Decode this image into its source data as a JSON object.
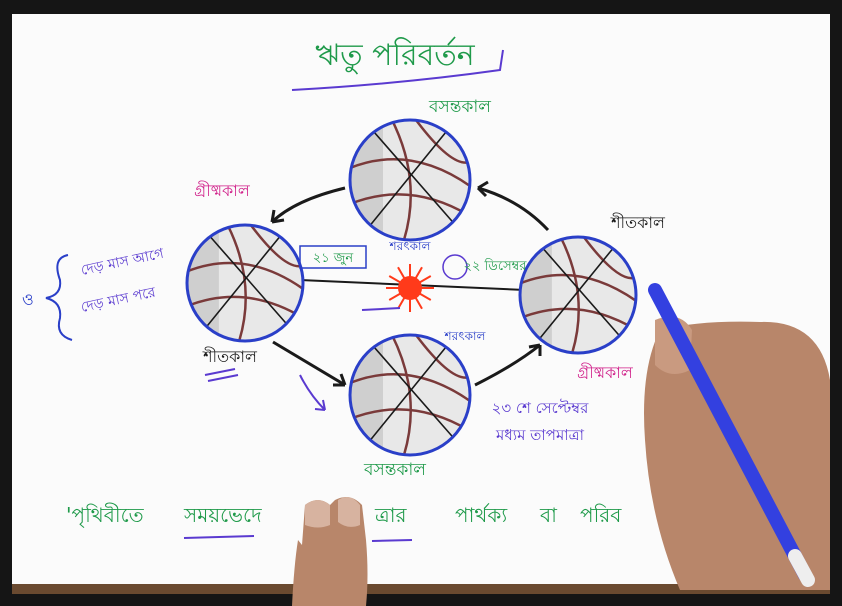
{
  "title": "ঋতু পরিবর্তন",
  "colors": {
    "green": "#1f9a4a",
    "magenta": "#d0208a",
    "blue": "#2a3fc8",
    "purple": "#5a3ad0",
    "black": "#1a1a1a",
    "brown": "#7a3a3a",
    "sun": "#ff3a1a",
    "pen": "#3340e0"
  },
  "globes": {
    "top": {
      "above_label": "বসন্তকাল",
      "below_label": "শরৎকাল"
    },
    "left": {
      "above_label": "গ্রীষ্মকাল",
      "below_label": "শীতকাল",
      "date": "২১ জুন"
    },
    "right": {
      "above_label": "শীতকাল",
      "below_label": "গ্রীষ্মকাল",
      "date": "২২ ডিসেম্বর"
    },
    "bottom": {
      "above_label": "শরৎকাল",
      "below_label": "বসন্তকাল",
      "date": "২৩ শে সেপ্টেম্বর",
      "note": "মধ্যম তাপমাত্রা"
    }
  },
  "side_notes": [
    "দেড় মাস আগে",
    "দেড় মাস পরে"
  ],
  "bottom_sentence": [
    "'পৃথিবীতে",
    "সময়ভেদে",
    "ত্রার",
    "পার্থক্য",
    "বা",
    "পরিব"
  ],
  "icons": {
    "sun": "sun-icon",
    "pen": "marker-pen",
    "hand": "hand"
  }
}
